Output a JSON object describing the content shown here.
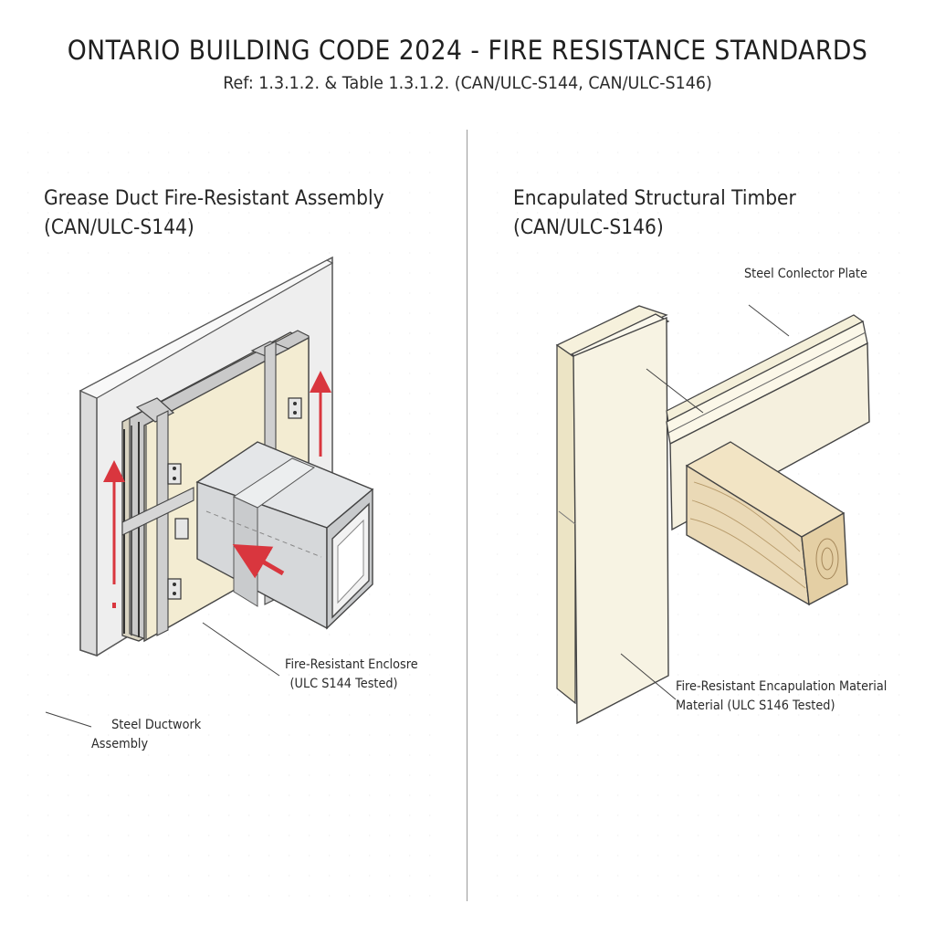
{
  "header": {
    "title": "ONTARIO BUILDING CODE 2024 - FIRE RESISTANCE STANDARDS",
    "subtitle": "Ref: 1.3.1.2. & Table 1.3.1.2. (CAN/ULC-S144, CAN/ULC-S146)"
  },
  "left_panel": {
    "heading_line1": "Grease Duct Fire-Resistant Assembly",
    "heading_line2": "(CAN/ULC-S144)",
    "callout_enclosure_line1": "Fire-Resistant Enclosre",
    "callout_enclosure_line2": "(ULC S144 Tested)",
    "callout_duct_line1": "Steel Ductwork",
    "callout_duct_line2": "Assembly"
  },
  "right_panel": {
    "heading_line1": "Encapulated Structural Timber",
    "heading_line2": "(CAN/ULC-S146)",
    "callout_plate": "Steel Conlector Plate",
    "callout_material_line1": "Fire-Resistant Encapulation Material",
    "callout_material_line2": "Material (ULC S146 Tested)"
  },
  "colors": {
    "airflow_arrow": "#d9363e",
    "wall": "#f1f1f1",
    "enclosure_board": "#f3ecd2",
    "steel_duct": "#d8dadc",
    "encapsulation": "#f5f1e1",
    "timber": "#ead9b6"
  }
}
